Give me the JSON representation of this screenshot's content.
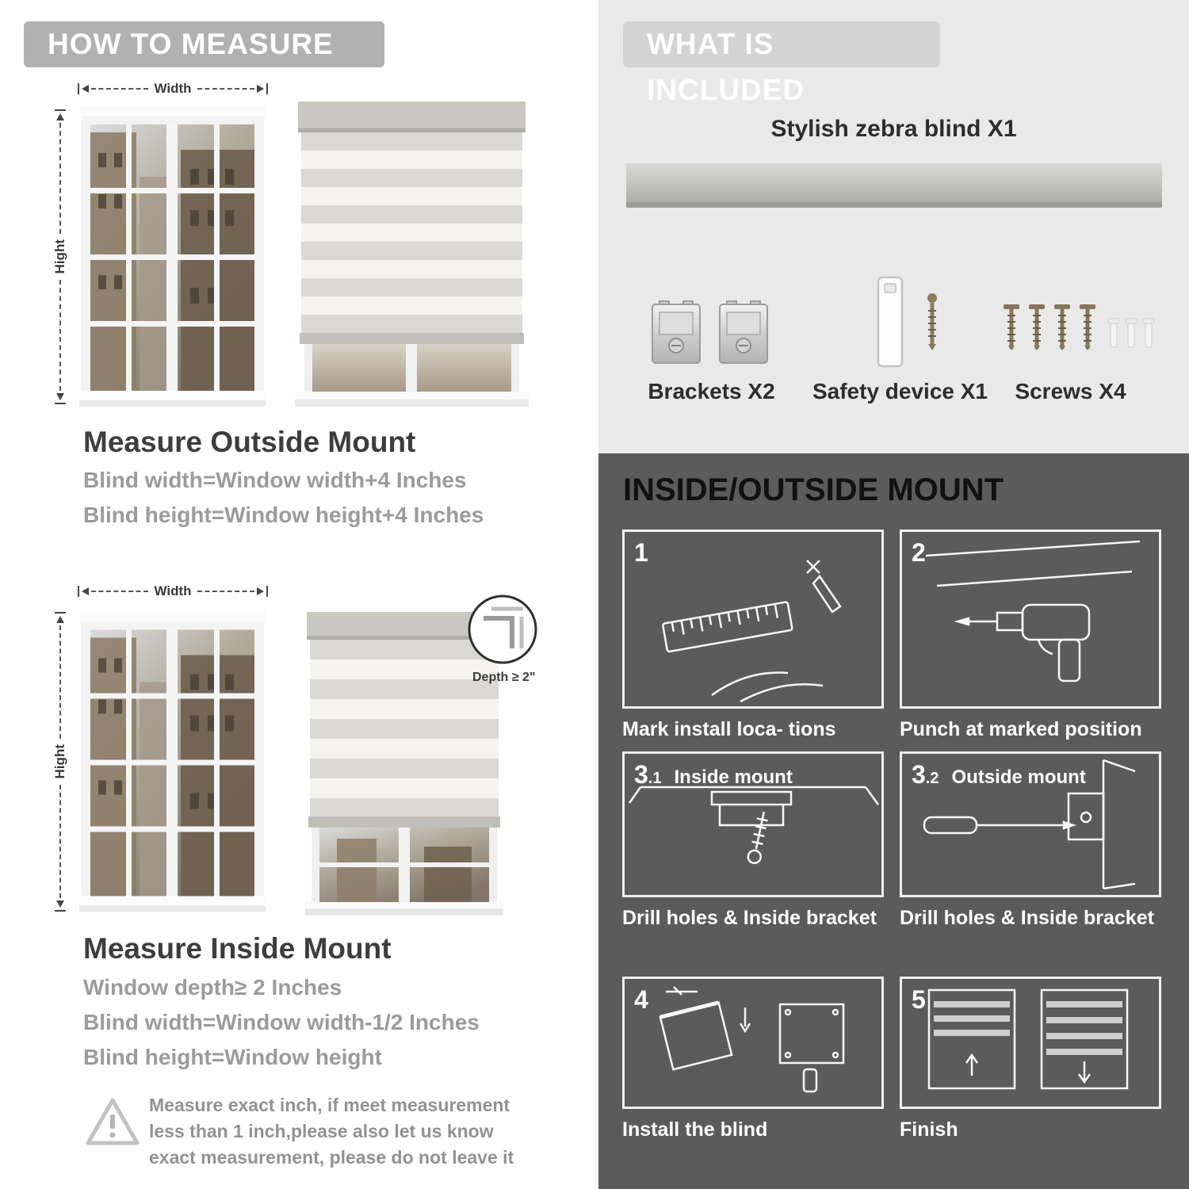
{
  "colors": {
    "banner_left": "#b1b1b1",
    "banner_right": "#d3d3d3",
    "panel_light": "#e9e9e9",
    "panel_dark": "#5b5b5b",
    "heading_text": "#3d3d3d",
    "gray_text": "#9b9b9b"
  },
  "left": {
    "banner": "HOW TO MEASURE",
    "outside": {
      "width_label": "Width",
      "height_label": "Hight",
      "heading": "Measure Outside Mount",
      "lines": [
        "Blind width=Window width+4 Inches",
        "Blind height=Window height+4 Inches"
      ]
    },
    "inside": {
      "width_label": "Width",
      "height_label": "Hight",
      "depth_label": "Depth ≥ 2\"",
      "heading": "Measure Inside Mount",
      "lines": [
        "Window depth≥ 2 Inches",
        "Blind width=Window width-1/2 Inches",
        "Blind height=Window height"
      ]
    },
    "note": "Measure exact inch, if meet measurement less than 1 inch,please also let us know exact measurement, please do not leave it"
  },
  "right": {
    "banner": "WHAT IS INCLUDED",
    "included": {
      "title": "Stylish zebra blind X1",
      "items": [
        {
          "label": "Brackets X2"
        },
        {
          "label": "Safety device X1"
        },
        {
          "label": "Screws X4"
        }
      ]
    },
    "mount": {
      "heading": "INSIDE/OUTSIDE MOUNT",
      "steps": [
        {
          "num": "1",
          "sub": "",
          "title": "",
          "caption": "Mark install loca- tions"
        },
        {
          "num": "2",
          "sub": "",
          "title": "",
          "caption": "Punch at  marked position"
        },
        {
          "num": "3",
          "sub": ".1",
          "title": "Inside mount",
          "caption": "Drill holes &  Inside bracket"
        },
        {
          "num": "3",
          "sub": ".2",
          "title": "Outside mount",
          "caption": "Drill holes &  Inside bracket"
        },
        {
          "num": "4",
          "sub": "",
          "title": "",
          "caption": "Install the blind"
        },
        {
          "num": "5",
          "sub": "",
          "title": "",
          "caption": "Finish"
        }
      ]
    }
  }
}
